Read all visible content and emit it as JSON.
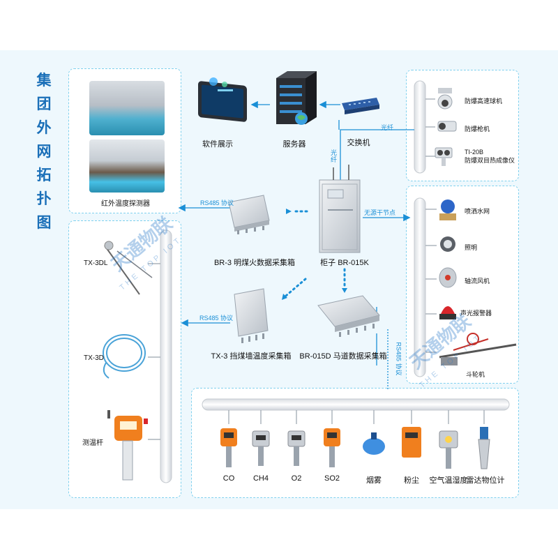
{
  "title_chars": [
    "集",
    "团",
    "外",
    "网",
    "拓",
    "扑",
    "图"
  ],
  "nodes": {
    "software": "软件展示",
    "server": "服务器",
    "switch": "交换机",
    "ir_detector": "红外温度探测器",
    "br3": "BR-3 明煤火数据采集箱",
    "cabinet": "柜子 BR-015K",
    "tx3": "TX-3 挡煤墙温度采集箱",
    "br015d": "BR-015D 马道数据采集箱",
    "tx3dl": "TX-3DL",
    "tx3d": "TX-3D",
    "temp_rod": "测温杆"
  },
  "links": {
    "fiber_h": "光纤",
    "fiber_v": "光纤",
    "rs485_1": "RS485 协议",
    "rs485_2": "RS485 协议",
    "rs485_3": "RS485 协议",
    "dry_contact": "无源干节点"
  },
  "cameras": [
    {
      "label": "防爆高速球机"
    },
    {
      "label": "防爆枪机"
    },
    {
      "label": "TI-20B\n防爆双目热成像仪"
    }
  ],
  "actuators": [
    {
      "label": "喷洒水网"
    },
    {
      "label": "照明"
    },
    {
      "label": "轴流风机"
    },
    {
      "label": "声光报警器"
    },
    {
      "label": "斗轮机"
    }
  ],
  "sensors": [
    "CO",
    "CH4",
    "O2",
    "SO2",
    "烟雾",
    "粉尘",
    "空气温湿度",
    "雷达物位计"
  ],
  "watermark": {
    "cn": "天通物联",
    "en": "THE TOP IOT"
  },
  "colors": {
    "accent": "#1a8fd6",
    "title": "#1a6fb8",
    "dash": "#7fd0ee"
  }
}
